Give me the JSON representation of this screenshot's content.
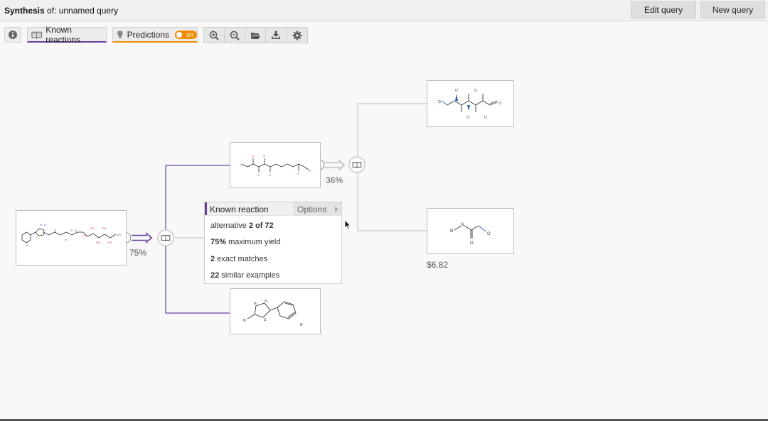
{
  "header": {
    "title_bold": "Synthesis",
    "title_rest": " of: unnamed query",
    "edit_label": "Edit query",
    "new_label": "New query"
  },
  "toolbar": {
    "known_reactions_label": "Known reactions",
    "predictions_label": "Predictions",
    "predictions_toggle": "on",
    "icons": [
      "info-icon",
      "book-icon",
      "lightbulb-icon",
      "zoom-in-icon",
      "zoom-out-icon",
      "folder-open-icon",
      "download-icon",
      "gear-icon"
    ]
  },
  "tree": {
    "root_yield": "75%",
    "child_yield": "36%",
    "price": "$6.82",
    "accent_color": "#6b3fa0",
    "popup": {
      "title": "Known reaction",
      "options_label": "Options",
      "alt_prefix": "alternative ",
      "alt_value": "2 of 72",
      "yield_value": "75%",
      "yield_suffix": " maximum yield",
      "exact_value": "2",
      "exact_suffix": " exact matches",
      "similar_value": "22",
      "similar_suffix": " similar examples"
    },
    "atom_labels": {
      "root_n": "N",
      "root_s": "S",
      "root_o": "O",
      "root_oh": "OH",
      "top_o": "O",
      "far_o": "O",
      "hydrazide_n": "N",
      "hydrazide_o": "O",
      "thiadiazole_n": "N",
      "thiadiazole_s": "S",
      "pyridine_n": "N"
    }
  }
}
